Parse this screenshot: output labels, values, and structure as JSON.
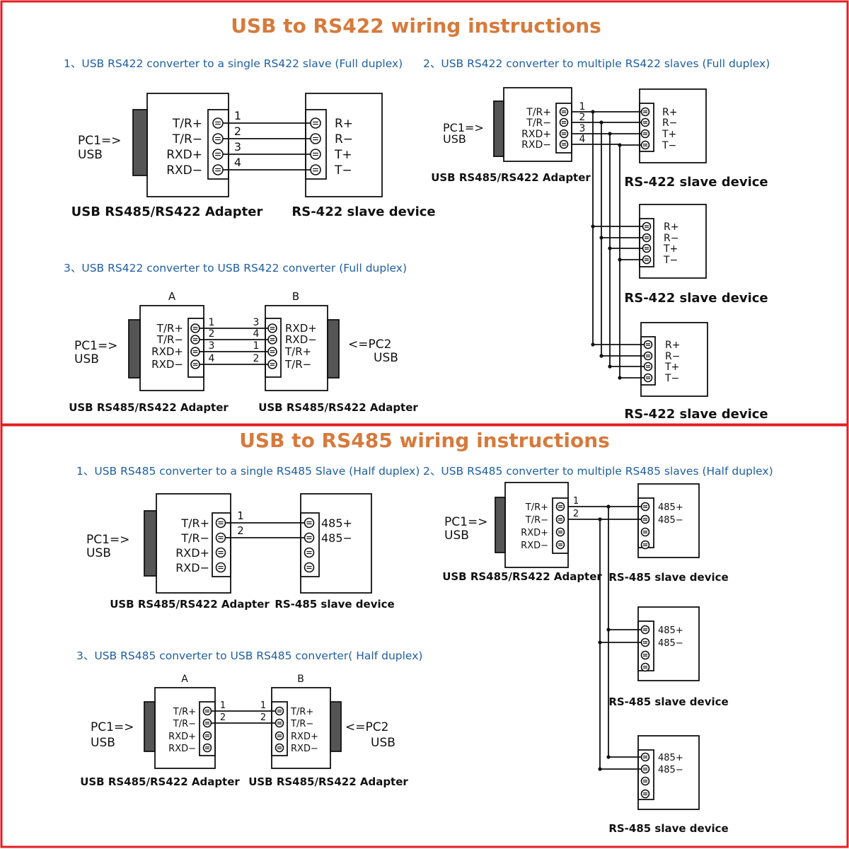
{
  "colors": {
    "frame": "#e31e24",
    "title": "#d67a3c",
    "heading": "#1f5fa0",
    "ink": "#111111"
  },
  "rs422": {
    "title": "USB to RS422 wiring instructions",
    "d1": {
      "heading": "1、USB RS422 converter to a single RS422 slave (Full duplex)",
      "pc_label": [
        "PC1=>",
        "USB"
      ],
      "adapter_pins": [
        "T/R+",
        "T/R−",
        "RXD+",
        "RXD−"
      ],
      "wire_numbers": [
        "1",
        "2",
        "3",
        "4"
      ],
      "slave_pins": [
        "R+",
        "R−",
        "T+",
        "T−"
      ],
      "adapter_caption": "USB RS485/RS422 Adapter",
      "slave_caption": "RS-422 slave device"
    },
    "d2": {
      "heading": "2、USB RS422 converter to multiple RS422 slaves (Full duplex)",
      "pc_label": [
        "PC1=>",
        "USB"
      ],
      "adapter_pins": [
        "T/R+",
        "T/R−",
        "RXD+",
        "RXD−"
      ],
      "wire_numbers": [
        "1",
        "2",
        "3",
        "4"
      ],
      "slave_pins": [
        "R+",
        "R−",
        "T+",
        "T−"
      ],
      "adapter_caption": "USB RS485/RS422 Adapter",
      "slave_caption": "RS-422 slave device"
    },
    "d3": {
      "heading": "3、USB RS422 converter to USB RS422 converter (Full duplex)",
      "label_a": "A",
      "label_b": "B",
      "pc1_label": [
        "PC1=>",
        "USB"
      ],
      "pc2_label": [
        "<=PC2",
        "USB"
      ],
      "a_pins": [
        "T/R+",
        "T/R−",
        "RXD+",
        "RXD−"
      ],
      "b_pins": [
        "RXD+",
        "RXD−",
        "T/R+",
        "T/R−"
      ],
      "a_numbers": [
        "1",
        "2",
        "3",
        "4"
      ],
      "b_numbers": [
        "3",
        "4",
        "1",
        "2"
      ],
      "caption": "USB RS485/RS422 Adapter"
    }
  },
  "rs485": {
    "title": "USB to RS485 wiring instructions",
    "d1": {
      "heading": "1、USB RS485 converter to a single RS485 Slave (Half duplex)",
      "pc_label": [
        "PC1=>",
        "USB"
      ],
      "adapter_pins": [
        "T/R+",
        "T/R−",
        "RXD+",
        "RXD−"
      ],
      "wire_numbers": [
        "1",
        "2"
      ],
      "slave_pins": [
        "485+",
        "485−"
      ],
      "adapter_caption": "USB RS485/RS422 Adapter",
      "slave_caption": "RS-485 slave device"
    },
    "d2": {
      "heading": "2、USB RS485 converter to multiple RS485 slaves (Half duplex)",
      "pc_label": [
        "PC1=>",
        "USB"
      ],
      "adapter_pins": [
        "T/R+",
        "T/R−",
        "RXD+",
        "RXD−"
      ],
      "wire_numbers": [
        "1",
        "2"
      ],
      "slave_pins": [
        "485+",
        "485−"
      ],
      "adapter_caption": "USB RS485/RS422 Adapter",
      "slave_caption": "RS-485 slave device"
    },
    "d3": {
      "heading": "3、USB RS485 converter to USB RS485 converter( Half duplex)",
      "label_a": "A",
      "label_b": "B",
      "pc1_label": [
        "PC1=>",
        "USB"
      ],
      "pc2_label": [
        "<=PC2",
        "USB"
      ],
      "a_pins": [
        "T/R+",
        "T/R−",
        "RXD+",
        "RXD−"
      ],
      "b_pins": [
        "T/R+",
        "T/R−",
        "RXD+",
        "RXD−"
      ],
      "a_numbers": [
        "1",
        "2"
      ],
      "b_numbers": [
        "1",
        "2"
      ],
      "caption": "USB RS485/RS422 Adapter"
    }
  }
}
